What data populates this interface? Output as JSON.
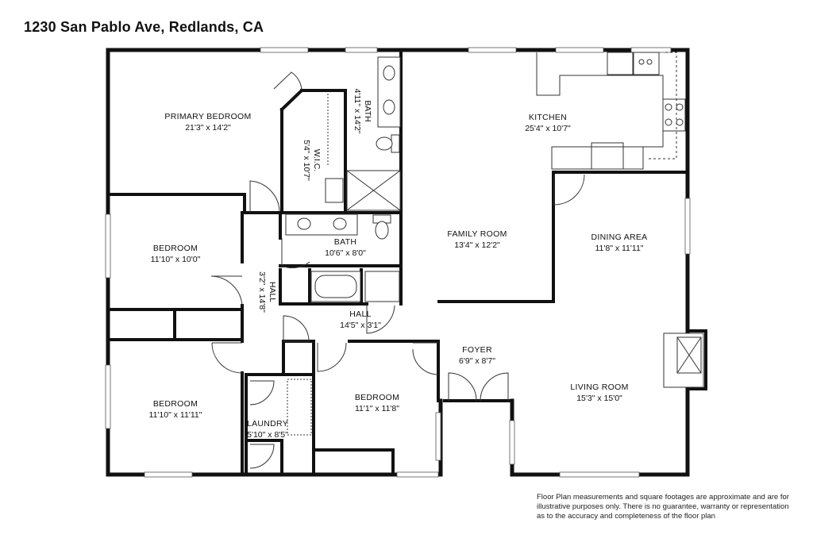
{
  "title": "1230 San Pablo Ave, Redlands, CA",
  "rooms": {
    "primary_bedroom": {
      "name": "PRIMARY BEDROOM",
      "dims": "21'3\" x 14'2\""
    },
    "wic": {
      "name": "W.I.C.",
      "dims": "5'4\" x 10'7\""
    },
    "bath_primary": {
      "name": "BATH",
      "dims": "4'11\" x 14'2\""
    },
    "kitchen": {
      "name": "KITCHEN",
      "dims": "25'4\" x 10'7\""
    },
    "bedroom_1": {
      "name": "BEDROOM",
      "dims": "11'10\" x 10'0\""
    },
    "bath_hall": {
      "name": "BATH",
      "dims": "10'6\" x 8'0\""
    },
    "hall_vertical": {
      "name": "HALL",
      "dims": "3'2\" x 14'8\""
    },
    "family_room": {
      "name": "FAMILY ROOM",
      "dims": "13'4\" x 12'2\""
    },
    "dining_area": {
      "name": "DINING AREA",
      "dims": "11'8\" x 11'11\""
    },
    "hall_horizontal": {
      "name": "HALL",
      "dims": "14'5\" x 3'1\""
    },
    "foyer": {
      "name": "FOYER",
      "dims": "6'9\" x 8'7\""
    },
    "bedroom_2": {
      "name": "BEDROOM",
      "dims": "11'10\" x 11'11\""
    },
    "bedroom_3": {
      "name": "BEDROOM",
      "dims": "11'1\" x 11'8\""
    },
    "living_room": {
      "name": "LIVING ROOM",
      "dims": "15'3\" x 15'0\""
    },
    "laundry": {
      "name": "LAUNDRY",
      "dims": "5'10\" x 8'5\""
    }
  },
  "disclaimer": {
    "line1": "Floor Plan measurements and square footages are approximate and are for",
    "line2": "illustrative purposes only. There is no guarantee, warranty or representation",
    "line3": "as to the accuracy and completeness of the floor plan"
  }
}
